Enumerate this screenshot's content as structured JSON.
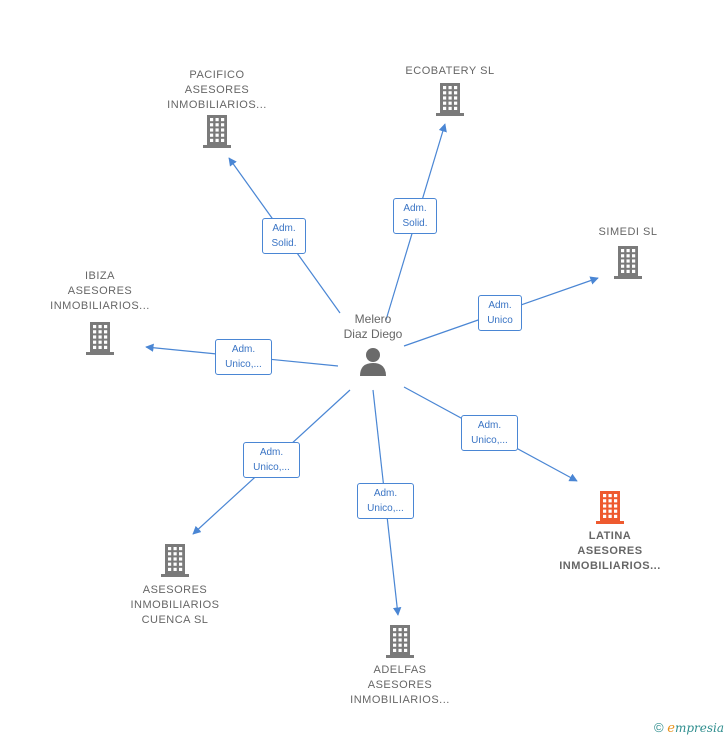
{
  "center": {
    "name": "Melero\nDiaz Diego"
  },
  "nodes": [
    {
      "id": "pacifico",
      "label": "PACIFICO\nASESORES\nINMOBILIARIOS...",
      "highlight": false
    },
    {
      "id": "ecobatery",
      "label": "ECOBATERY SL",
      "highlight": false
    },
    {
      "id": "simedi",
      "label": "SIMEDI  SL",
      "highlight": false
    },
    {
      "id": "ibiza",
      "label": "IBIZA\nASESORES\nINMOBILIARIOS...",
      "highlight": false
    },
    {
      "id": "latina",
      "label": "LATINA\nASESORES\nINMOBILIARIOS...",
      "highlight": true
    },
    {
      "id": "cuenca",
      "label": "ASESORES\nINMOBILIARIOS\nCUENCA SL",
      "highlight": false
    },
    {
      "id": "adelfas",
      "label": "ADELFAS\nASESORES\nINMOBILIARIOS...",
      "highlight": false
    }
  ],
  "edges": [
    {
      "to": "pacifico",
      "label": "Adm.\nSolid."
    },
    {
      "to": "ecobatery",
      "label": "Adm.\nSolid."
    },
    {
      "to": "simedi",
      "label": "Adm.\nUnico"
    },
    {
      "to": "ibiza",
      "label": "Adm.\nUnico,..."
    },
    {
      "to": "latina",
      "label": "Adm.\nUnico,..."
    },
    {
      "to": "cuenca",
      "label": "Adm.\nUnico,..."
    },
    {
      "to": "adelfas",
      "label": "Adm.\nUnico,..."
    }
  ],
  "colors": {
    "edge": "#4a86d4",
    "building": "#7a7a7a",
    "building_highlight": "#ee5a2f",
    "person": "#6b6b6b"
  },
  "brand": {
    "copyright": "©",
    "initial": "e",
    "rest": "mpresia"
  }
}
